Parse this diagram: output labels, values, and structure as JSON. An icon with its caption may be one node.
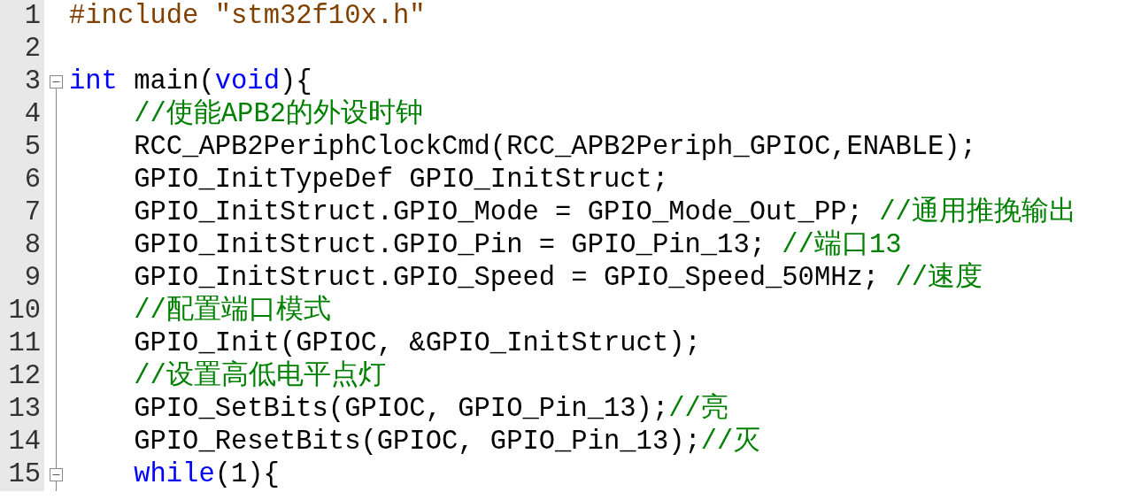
{
  "diagram": {
    "labels": [
      "1",
      "#include",
      "\"stm32f10x.h\"",
      "2",
      "3",
      "int",
      "main(",
      "void",
      "){",
      "4",
      "//使能APB2的外设时钟",
      "5",
      "RCC_APB2PeriphClockCmd(RCC_APB2Periph_GPIOC,ENABLE);",
      "6",
      "GPIO_InitTypeDef GPIO_InitStruct;",
      "7",
      "GPIO_InitStruct.GPIO_Mode = GPIO_Mode_Out_PP;",
      "//通用推挽输出",
      "8",
      "GPIO_InitStruct.GPIO_Pin = GPIO_Pin_13;",
      "//端口13",
      "9",
      "GPIO_InitStruct.GPIO_Speed = GPIO_Speed_50MHz;",
      "//速度",
      "10",
      "//配置端口模式",
      "11",
      "GPIO_Init(GPIOC, &GPIO_InitStruct);",
      "12",
      "//设置高低电平点灯",
      "13",
      "GPIO_SetBits(GPIOC, GPIO_Pin_13);",
      "//亮",
      "14",
      "GPIO_ResetBits(GPIOC, GPIO_Pin_13);",
      "//灭",
      "15",
      "while",
      "(1){"
    ]
  }
}
